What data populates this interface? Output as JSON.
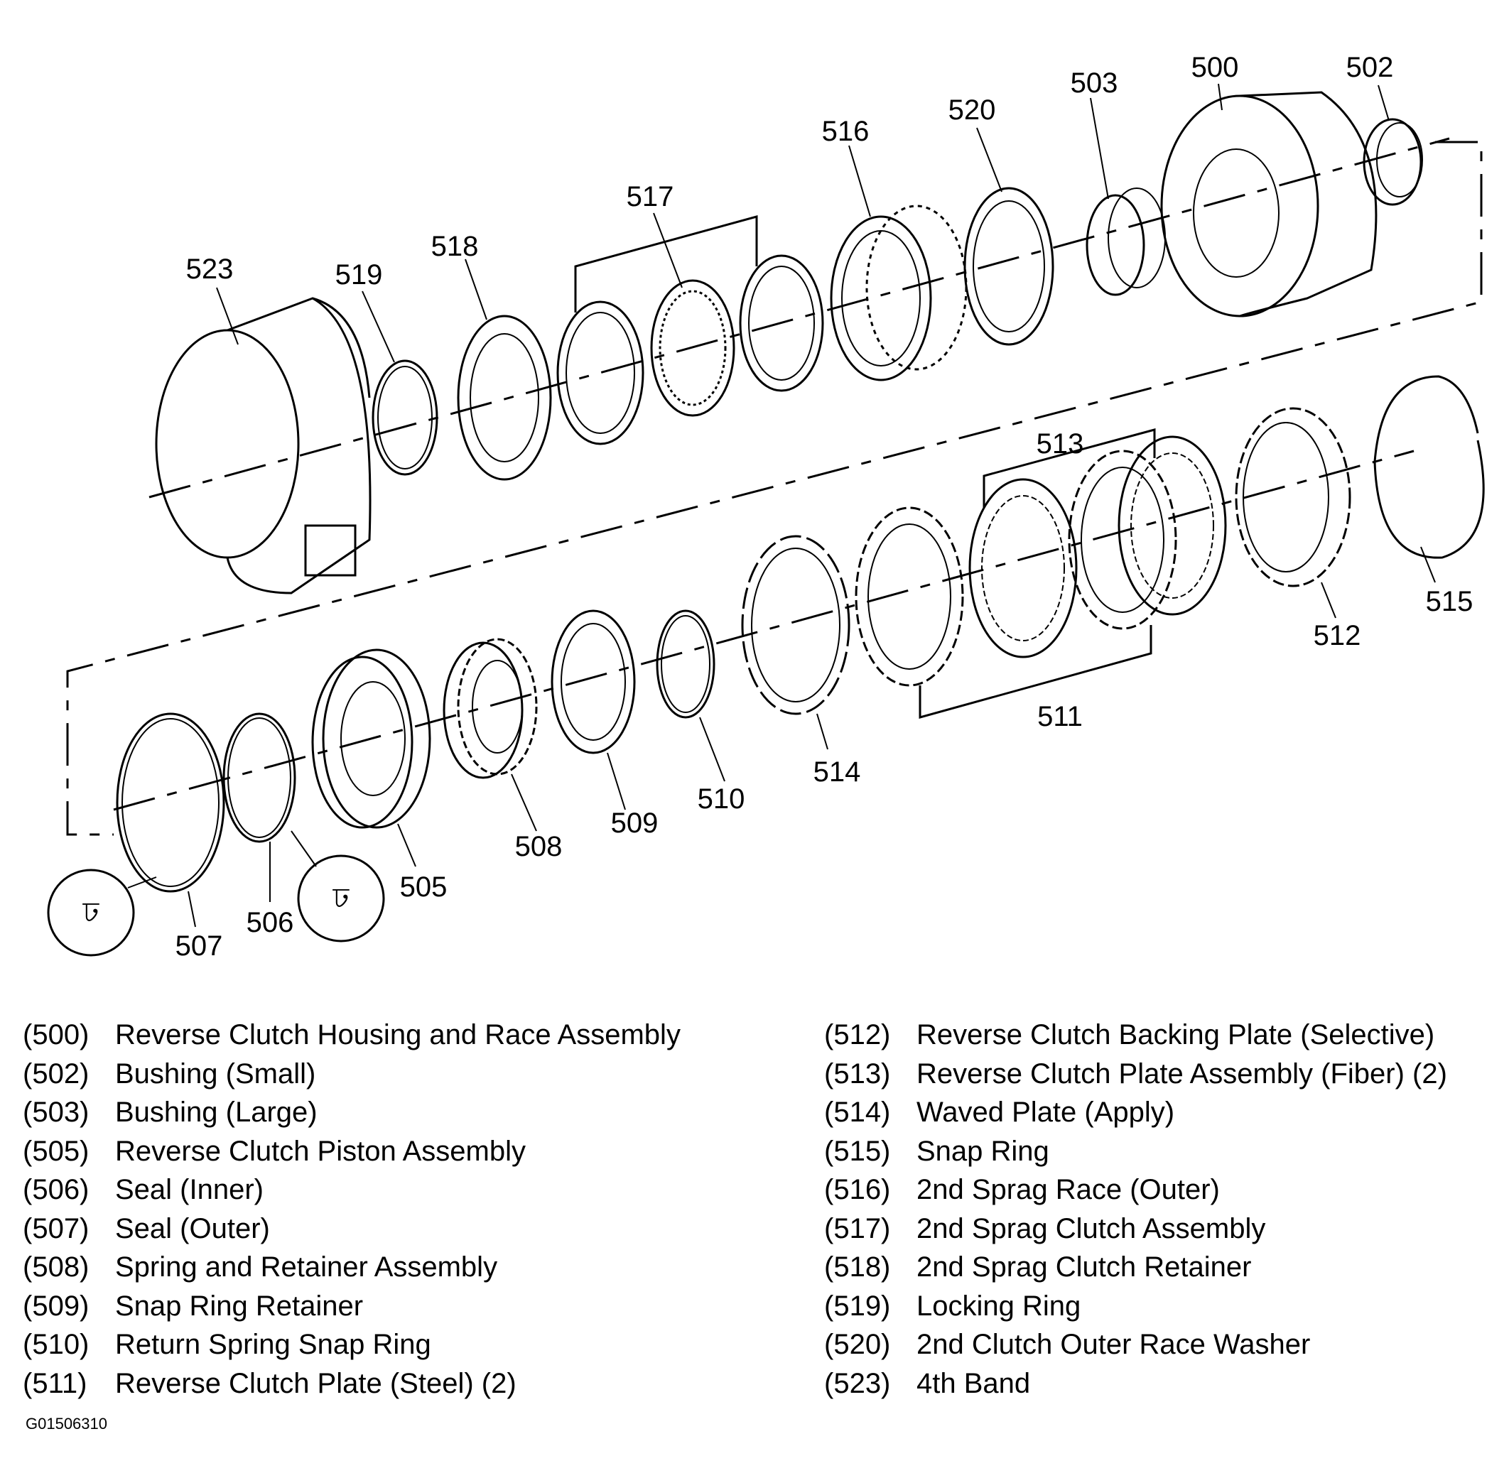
{
  "callouts": [
    "500",
    "502",
    "503",
    "505",
    "506",
    "507",
    "508",
    "509",
    "510",
    "511",
    "512",
    "513",
    "514",
    "515",
    "516",
    "517",
    "518",
    "519",
    "520",
    "523"
  ],
  "legend": {
    "left": [
      {
        "code": "(500)",
        "label": "Reverse Clutch Housing and Race Assembly"
      },
      {
        "code": "(502)",
        "label": "Bushing (Small)"
      },
      {
        "code": "(503)",
        "label": "Bushing (Large)"
      },
      {
        "code": "(505)",
        "label": "Reverse Clutch Piston Assembly"
      },
      {
        "code": "(506)",
        "label": "Seal (Inner)"
      },
      {
        "code": "(507)",
        "label": "Seal (Outer)"
      },
      {
        "code": "(508)",
        "label": "Spring and Retainer Assembly"
      },
      {
        "code": "(509)",
        "label": "Snap Ring Retainer"
      },
      {
        "code": "(510)",
        "label": "Return Spring Snap Ring"
      },
      {
        "code": "(511)",
        "label": "Reverse Clutch Plate (Steel) (2)"
      }
    ],
    "right": [
      {
        "code": "(512)",
        "label": "Reverse Clutch Backing Plate (Selective)"
      },
      {
        "code": "(513)",
        "label": "Reverse Clutch Plate Assembly (Fiber) (2)"
      },
      {
        "code": "(514)",
        "label": "Waved Plate (Apply)"
      },
      {
        "code": "(515)",
        "label": "Snap Ring"
      },
      {
        "code": "(516)",
        "label": "2nd Sprag Race (Outer)"
      },
      {
        "code": "(517)",
        "label": "2nd Sprag Clutch Assembly"
      },
      {
        "code": "(518)",
        "label": "2nd Sprag Clutch Retainer"
      },
      {
        "code": "(519)",
        "label": "Locking Ring"
      },
      {
        "code": "(520)",
        "label": "2nd Clutch Outer Race Washer"
      },
      {
        "code": "(523)",
        "label": "4th  Band"
      }
    ]
  },
  "figure_id": "G01506310",
  "icons": [
    "lubricate-icon",
    "lubricate-icon"
  ]
}
